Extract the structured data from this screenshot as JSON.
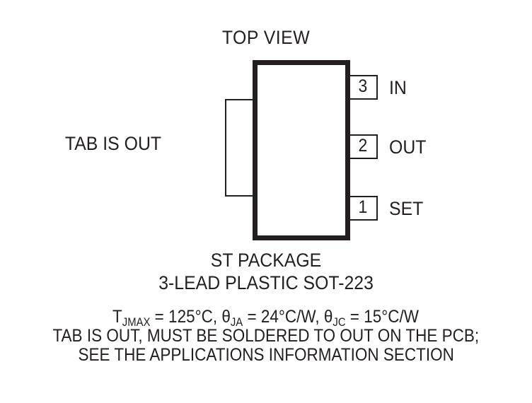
{
  "diagram": {
    "title": "TOP VIEW",
    "tab_label": "TAB IS OUT",
    "pins": [
      {
        "number": "3",
        "name": "IN"
      },
      {
        "number": "2",
        "name": "OUT"
      },
      {
        "number": "1",
        "name": "SET"
      }
    ],
    "caption": {
      "line1": "ST PACKAGE",
      "line2": "3-LEAD PLASTIC SOT-223"
    },
    "notes": {
      "thermal_prefix_symbol": "T",
      "thermal_prefix_sub": "JMAX",
      "thermal_rest": " = 125°C, ",
      "theta_ja_symbol": "θ",
      "theta_ja_sub": "JA",
      "theta_ja_value": " = 24°C/W, ",
      "theta_jc_symbol": "θ",
      "theta_jc_sub": "JC",
      "theta_jc_value": " = 15°C/W",
      "line2": "TAB IS OUT, MUST BE SOLDERED TO OUT ON THE PCB;",
      "line3": "SEE THE APPLICATIONS INFORMATION SECTION"
    },
    "colors": {
      "ink": "#231f20",
      "background": "#ffffff"
    }
  }
}
